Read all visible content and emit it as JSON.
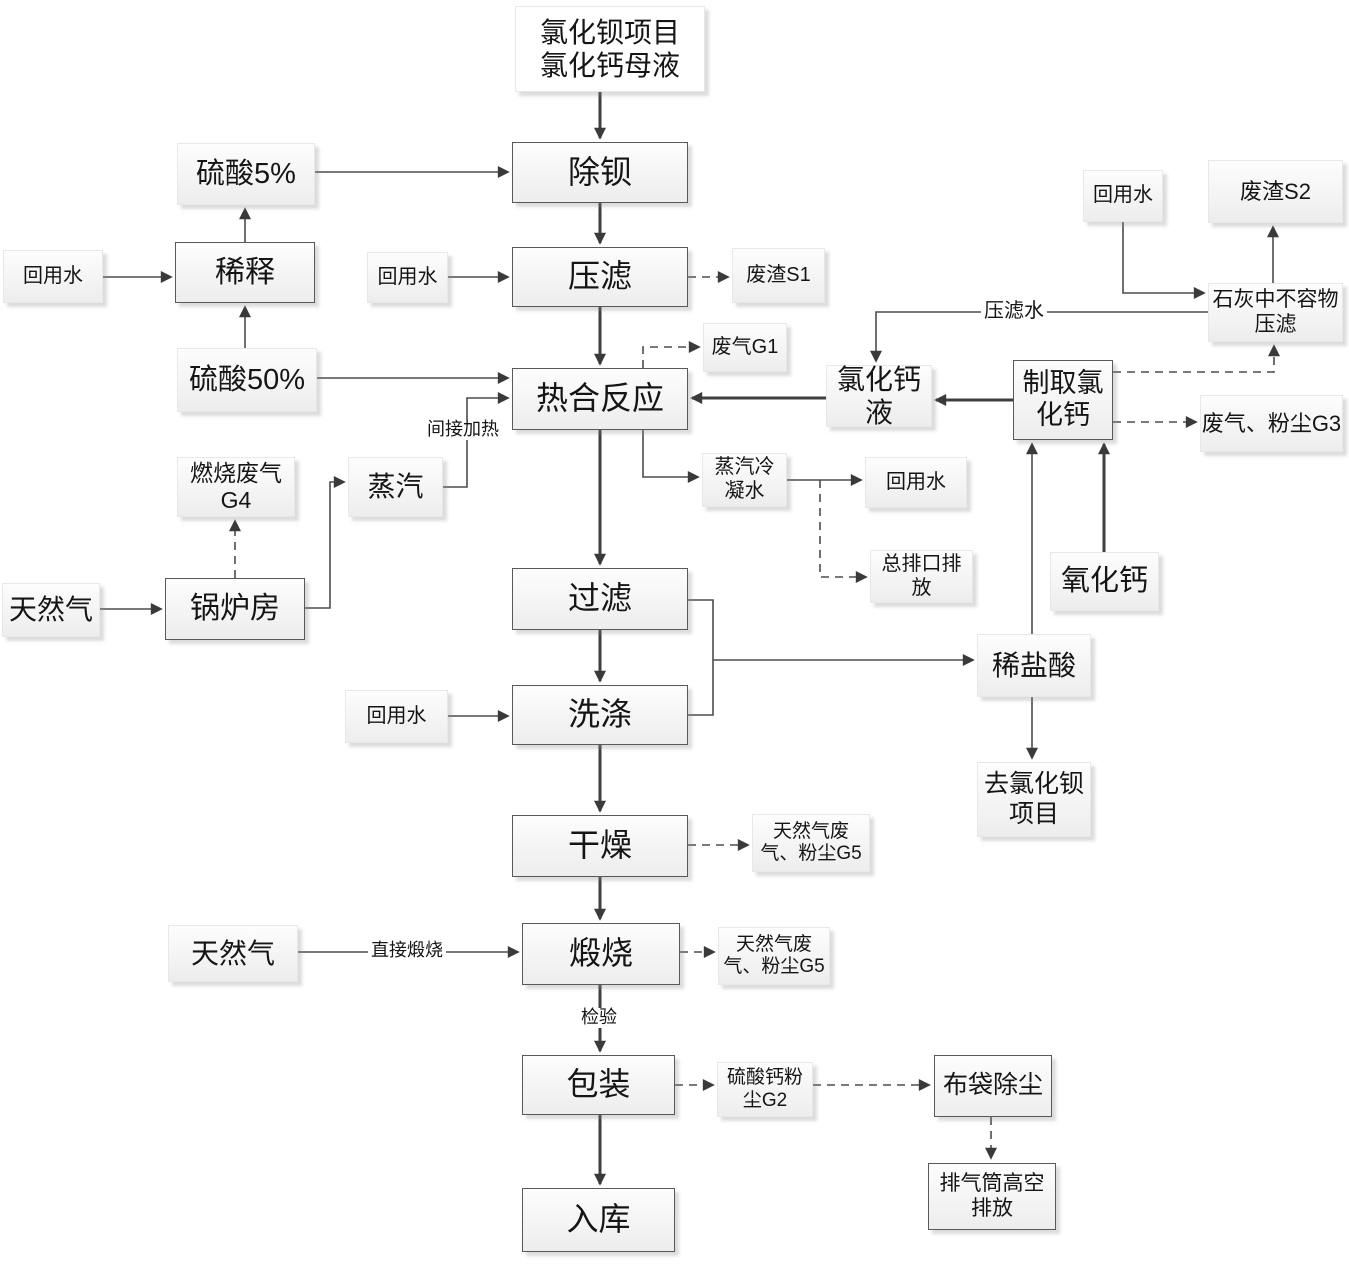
{
  "nodes": {
    "title": "氯化钡项目\n氯化钙母液",
    "sulfuric_5": "硫酸5%",
    "remove_barium": "除钡",
    "recycled_water_1": "回用水",
    "dilution": "稀释",
    "recycled_water_2": "回用水",
    "press_filter": "压滤",
    "slag_s1": "废渣S1",
    "sulfuric_50": "硫酸50%",
    "gas_g1": "废气G1",
    "thermal_reaction": "热合反应",
    "cacl2_liquid": "氯化钙\n液",
    "make_cacl2": "制取氯\n化钙",
    "recycled_water_4": "回用水",
    "slag_s2": "废渣S2",
    "lime_press_filter": "石灰中不容物\n压滤",
    "gas_dust_g3": "废气、粉尘G3",
    "burn_gas_g4": "燃烧废气\nG4",
    "steam": "蒸汽",
    "steam_condensate": "蒸汽冷\n凝水",
    "recycled_water_3": "回用水",
    "outfall_discharge": "总排口排\n放",
    "natural_gas_1": "天然气",
    "boiler_room": "锅炉房",
    "cao": "氧化钙",
    "filter": "过滤",
    "dilute_hcl": "稀盐酸",
    "washing": "洗涤",
    "recycled_water_5": "回用水",
    "to_bacl2_project": "去氯化钡\n项目",
    "drying": "干燥",
    "gas_dust_g5a": "天然气废\n气、粉尘G5",
    "natural_gas_2": "天然气",
    "calcination": "煅烧",
    "gas_dust_g5b": "天然气废\n气、粉尘G5",
    "packing": "包装",
    "caso4_dust_g2": "硫酸钙粉\n尘G2",
    "bag_dedust": "布袋除尘",
    "stack_discharge": "排气筒高空\n排放",
    "warehouse": "入库"
  },
  "edge_labels": {
    "press_filter_water": "压滤水",
    "indirect_heating": "间接加热",
    "direct_calcination": "直接煅烧",
    "inspection": "检验"
  },
  "colors": {
    "line": "#3f3f3f",
    "box_border": "#595959",
    "box_fill": "#ededed",
    "text": "#151515"
  }
}
